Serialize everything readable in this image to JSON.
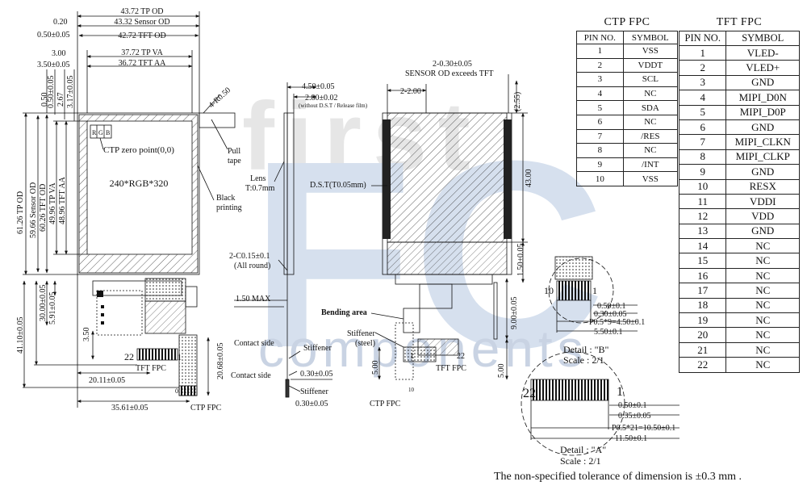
{
  "watermark": {
    "top": "first",
    "middle": "FC",
    "bottom": "components"
  },
  "front_view": {
    "dims_top": [
      "43.72 TP OD",
      "0.20",
      "43.32 Sensor OD",
      "0.50±0.05",
      "42.72 TFT OD",
      "3.00",
      "37.72 TP VA",
      "3.50±0.05",
      "36.72 TFT AA"
    ],
    "dims_left_small": [
      "0.50",
      "0.50±0.05",
      "2.67",
      "3.17±0.05"
    ],
    "dims_left_vertical": [
      "61.26 TP OD",
      "59.66 Sensor OD",
      "60.26 TFT OD",
      "49.96 TP VA",
      "48.96 TFT AA"
    ],
    "dims_left_lower": [
      "30.00±0.05",
      "5.91±0.05",
      "41.10±0.05",
      "3.50"
    ],
    "dims_bottom": [
      "20.11±0.05",
      "35.61±0.05",
      "20.68±0.05"
    ],
    "resolution": "240*RGB*320",
    "ctp_zero_point": "CTP zero point(0,0)",
    "pixel_letters": [
      "R",
      "G",
      "B"
    ],
    "pull_tape": [
      "Pull",
      "tape"
    ],
    "black_printing": [
      "Black",
      "printing"
    ],
    "radius": "4-R0.50",
    "tft_fpc": "TFT FPC",
    "ctp_fpc": "CTP FPC",
    "pin_22": "22",
    "pin_1": "1",
    "pin_0": "0"
  },
  "side_view": {
    "dims": [
      "4.50±0.05",
      "2.80±0.02"
    ],
    "dims_note": "(without D.S.T / Release film)",
    "lens": [
      "Lens",
      "T:0.7mm"
    ],
    "chamfer": [
      "2-C0.15±0.1",
      "(All round)"
    ],
    "max": "1.50 MAX",
    "contact_side": "Contact side",
    "stiffener": "Stiffener",
    "dim_005": "0.30±0.05"
  },
  "back_view": {
    "sensor_note": [
      "2-0.30±0.05",
      "SENSOR OD exceeds TFT"
    ],
    "dim_2_2": "2-2.00",
    "dim_255": "(2.55)",
    "dst": "D.S.T(T0.05mm)",
    "dim_43": "43.00",
    "dim_150": "1.50±0.05",
    "dim_900": "9.00±0.05",
    "dim_500a": "5.00",
    "dim_500b": "5.00",
    "bending": "Bending area",
    "stiffener": [
      "Stiffener",
      "(steel)"
    ],
    "tft_fpc": "TFT FPC",
    "ctp_fpc": "CTP FPC",
    "pin_22": "22",
    "pin_1": "1",
    "pin_10": "10"
  },
  "detail_b": {
    "pins": [
      "10",
      "1"
    ],
    "dims": [
      "0.50±0.1",
      "0.30±0.05",
      "P0.5*9=4.50±0.1",
      "5.50±0.1"
    ],
    "title": "Detail : \"B\"",
    "scale": "Scale : 2/1"
  },
  "detail_a": {
    "pins": [
      "22",
      "1"
    ],
    "dims": [
      "0.50±0.1",
      "0.35±0.05",
      "P0.5*21=10.50±0.1",
      "11.50±0.1"
    ],
    "title": "Detail : \"A\"",
    "scale": "Scale : 2/1"
  },
  "ctp_fpc_table": {
    "title": "CTP FPC",
    "headers": [
      "PIN NO.",
      "SYMBOL"
    ],
    "rows": [
      [
        "1",
        "VSS"
      ],
      [
        "2",
        "VDDT"
      ],
      [
        "3",
        "SCL"
      ],
      [
        "4",
        "NC"
      ],
      [
        "5",
        "SDA"
      ],
      [
        "6",
        "NC"
      ],
      [
        "7",
        "/RES"
      ],
      [
        "8",
        "NC"
      ],
      [
        "9",
        "/INT"
      ],
      [
        "10",
        "VSS"
      ]
    ]
  },
  "tft_fpc_table": {
    "title": "TFT FPC",
    "headers": [
      "PIN NO.",
      "SYMBOL"
    ],
    "rows": [
      [
        "1",
        "VLED-"
      ],
      [
        "2",
        "VLED+"
      ],
      [
        "3",
        "GND"
      ],
      [
        "4",
        "MIPI_D0N"
      ],
      [
        "5",
        "MIPI_D0P"
      ],
      [
        "6",
        "GND"
      ],
      [
        "7",
        "MIPI_CLKN"
      ],
      [
        "8",
        "MIPI_CLKP"
      ],
      [
        "9",
        "GND"
      ],
      [
        "10",
        "RESX"
      ],
      [
        "11",
        "VDDI"
      ],
      [
        "12",
        "VDD"
      ],
      [
        "13",
        "GND"
      ],
      [
        "14",
        "NC"
      ],
      [
        "15",
        "NC"
      ],
      [
        "16",
        "NC"
      ],
      [
        "17",
        "NC"
      ],
      [
        "18",
        "NC"
      ],
      [
        "19",
        "NC"
      ],
      [
        "20",
        "NC"
      ],
      [
        "21",
        "NC"
      ],
      [
        "22",
        "NC"
      ]
    ]
  },
  "tolerance_note": "The non-specified tolerance of dimension is ±0.3 mm ."
}
